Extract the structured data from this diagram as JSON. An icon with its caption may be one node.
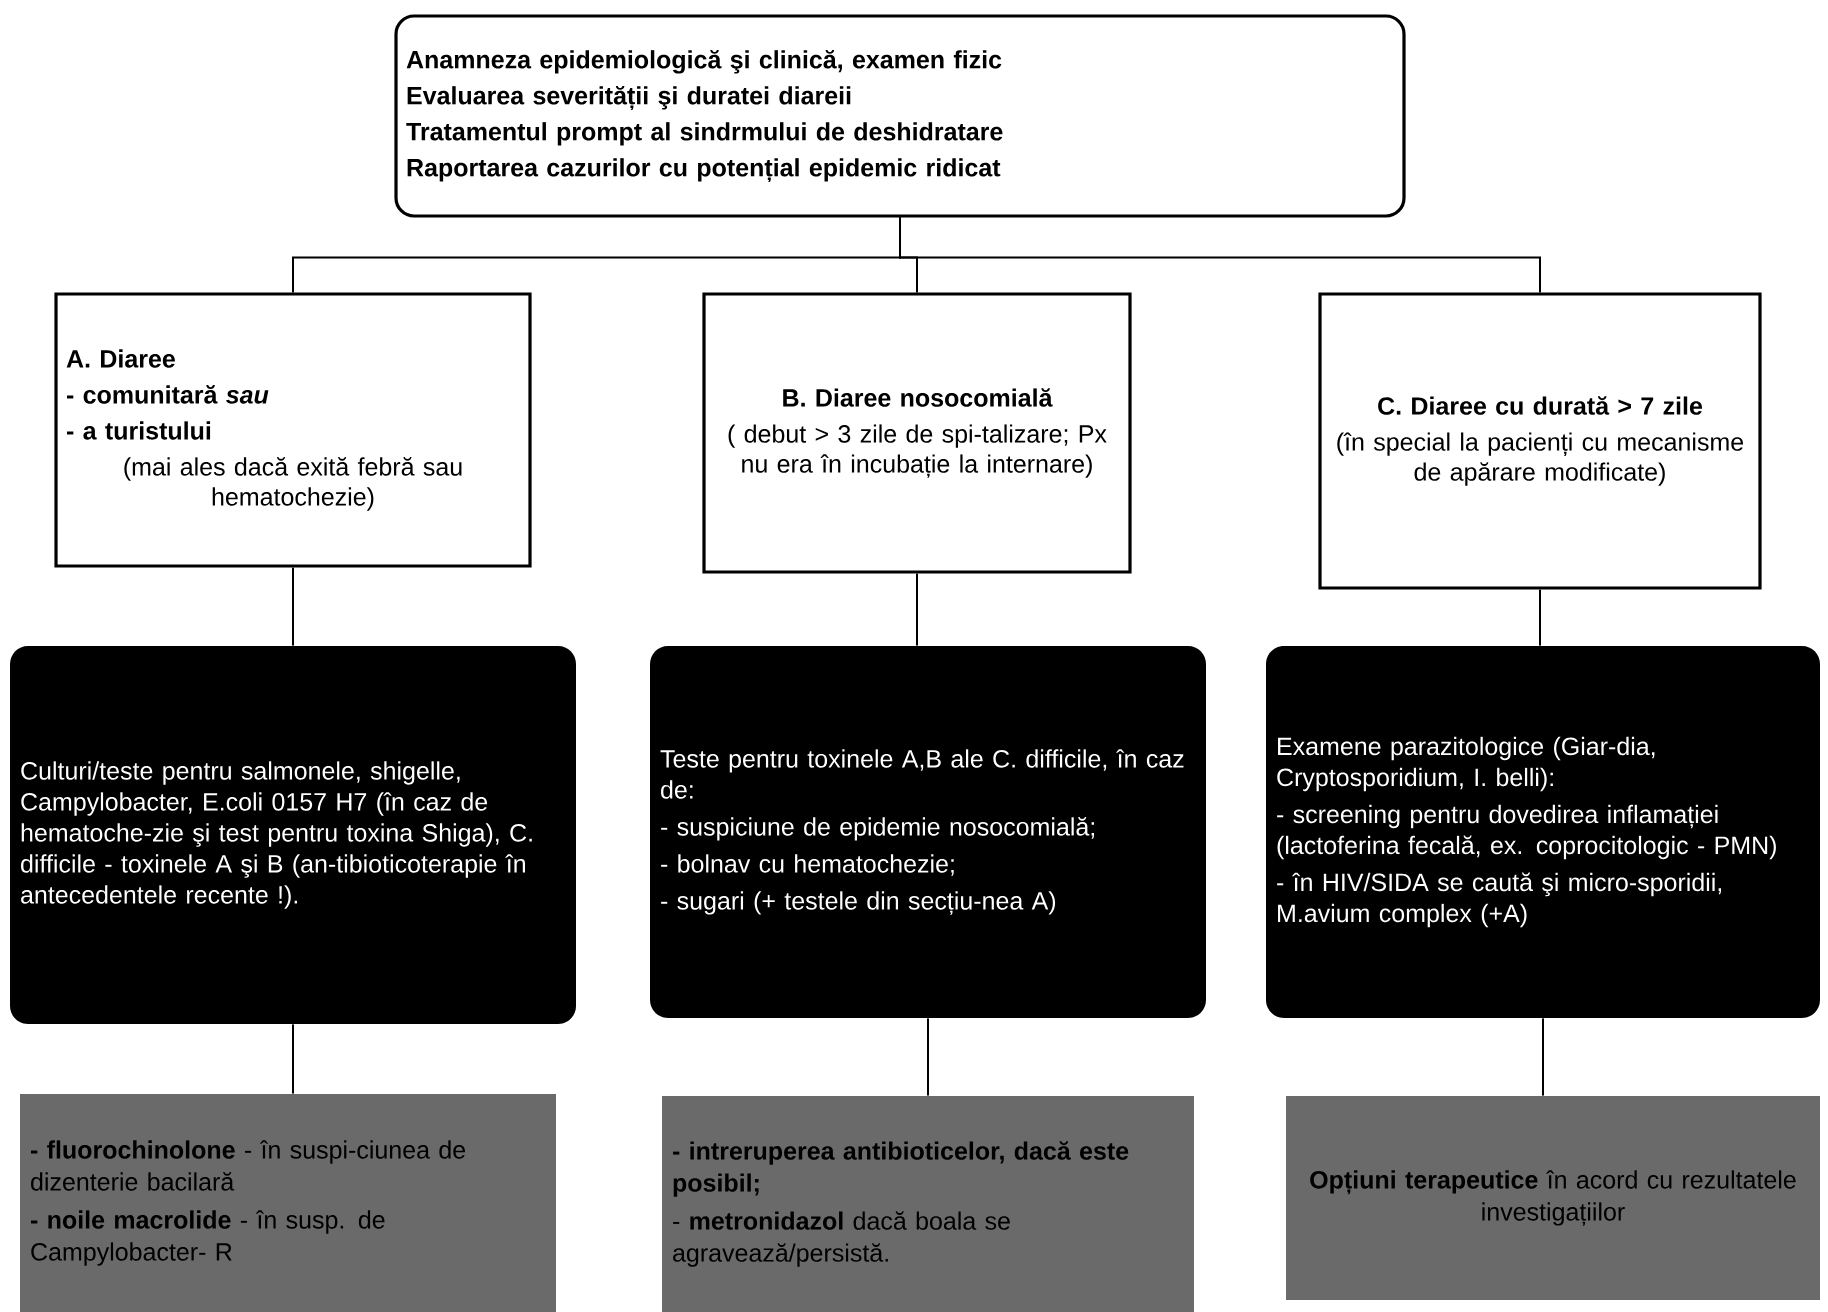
{
  "diagram": {
    "nodes": [
      {
        "text": [
          "Anamneza epidemiologică şi clinică, examen fizic",
          "Evaluarea severității şi duratei diareii",
          "Tratamentul prompt al sindrmului de deshidratare",
          "Raportarea cazurilor cu potențial epidemic ridicat"
        ]
      },
      {
        "text": [
          "A. Diaree",
          "- comunitară *sau*",
          "- a turistului",
          "(mai ales dacă exită febră sau hematochezie)"
        ]
      },
      {
        "text": [
          "B. Diaree nosocomială",
          "( debut > 3 zile de spi-talizare; Px nu era în incubație la internare)"
        ]
      },
      {
        "text": [
          "C. Diaree cu durată > 7 zile",
          "(în special la pacienți cu mecanisme de apărare modificate)"
        ]
      },
      {
        "text": [
          "Culturi/teste pentru salmonele, shigelle, Campylobacter, E.coli 0157 H7 (în caz de hematoche-zie şi test pentru toxina Shiga), C. difficile - toxinele A şi B (an-tibioticoterapie în antecedentele recente !)."
        ]
      },
      {
        "text": [
          "Teste pentru toxinele A,B ale C. difficile, în caz de:",
          "- suspiciune de epidemie nosocomială;",
          "- bolnav cu hematochezie;",
          "- sugari (+ testele din secțiu-nea A)"
        ]
      },
      {
        "text": [
          "Examene parazitologice (Giar-dia, Cryptosporidium, I. belli):",
          "- screening pentru dovedirea inflamației (lactoferina fecală, ex. coprocitologic - PMN)",
          "- în HIV/SIDA se caută şi micro-sporidii, M.avium complex (+A)"
        ]
      },
      {
        "text": [
          "**- fluorochinolone** - în suspi-ciunea de dizenterie bacilară",
          "**- noile macrolide** - în susp. de Campylobacter- R"
        ]
      },
      {
        "text": [
          "- intreruperea antibioticelor, dacă este posibil;",
          "- **metronidazol** dacă boala se agravează/persistă."
        ]
      },
      {
        "text": [
          "**Opțiuni terapeutice** în acord cu rezultatele investigațiilor"
        ]
      }
    ],
    "edges": [
      {
        "from": 0,
        "to": 1,
        "arrow": "none"
      },
      {
        "from": 0,
        "to": 2,
        "arrow": "none"
      },
      {
        "from": 0,
        "to": 3,
        "arrow": "none"
      },
      {
        "from": 1,
        "to": 4,
        "arrow": "none"
      },
      {
        "from": 2,
        "to": 5,
        "arrow": "none"
      },
      {
        "from": 3,
        "to": 6,
        "arrow": "none"
      },
      {
        "from": 4,
        "to": 7,
        "arrow": "none"
      },
      {
        "from": 5,
        "to": 8,
        "arrow": "none"
      },
      {
        "from": 6,
        "to": 9,
        "arrow": "none"
      }
    ]
  }
}
